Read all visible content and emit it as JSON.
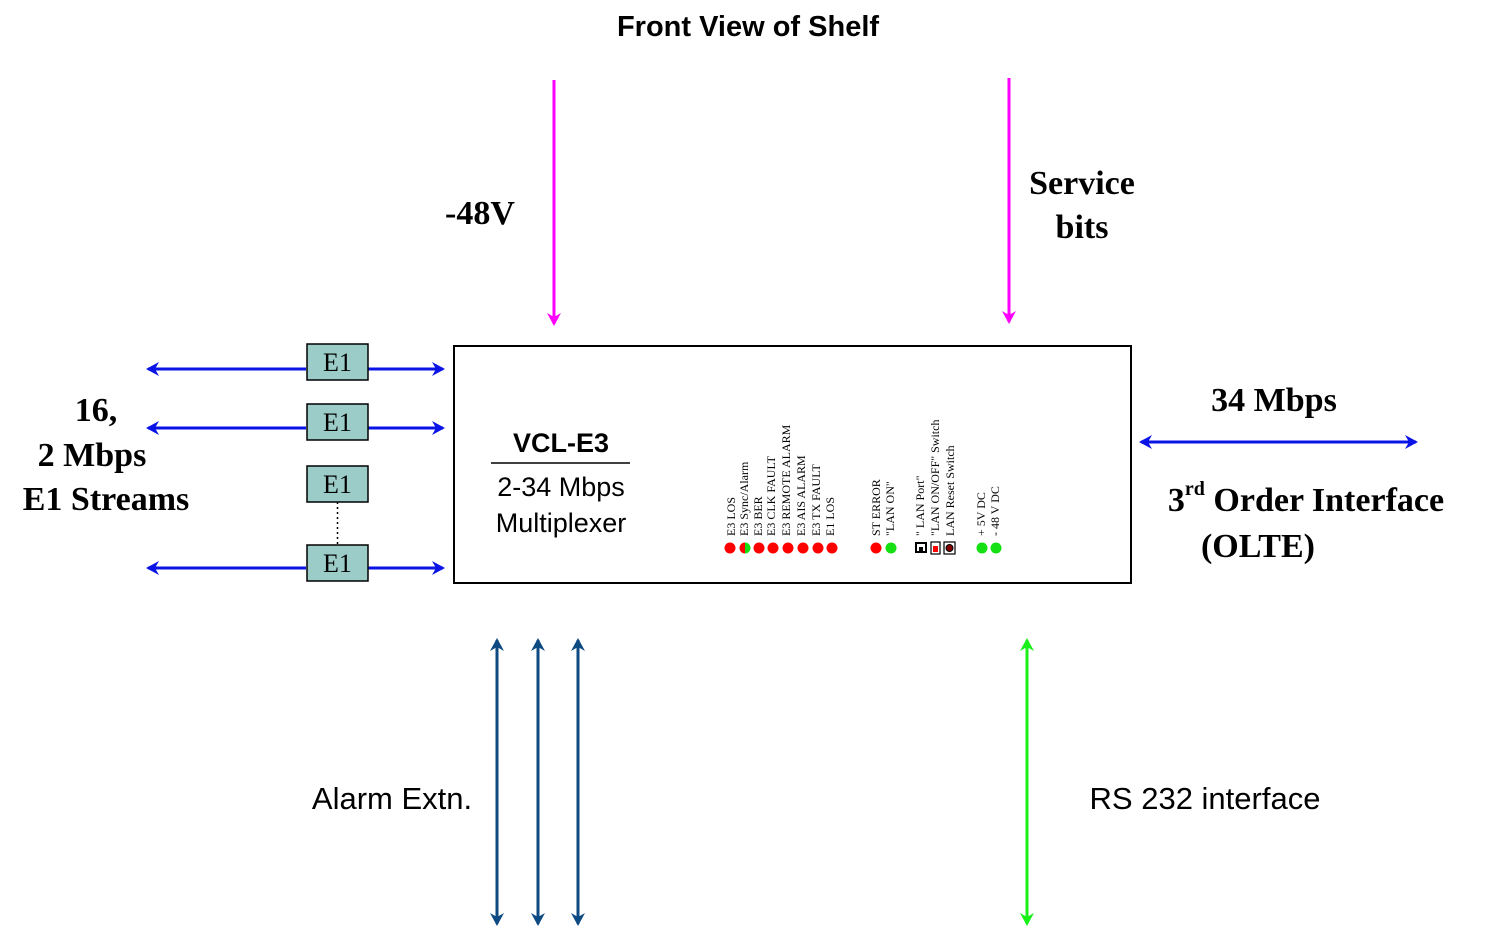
{
  "title": "Front View of Shelf",
  "inputs": {
    "power_label": "-48V",
    "service_label_line1": "Service",
    "service_label_line2": "bits"
  },
  "left": {
    "e1_box_label": "E1",
    "streams_line1": "16,",
    "streams_line2": "2 Mbps",
    "streams_line3": "E1 Streams"
  },
  "device": {
    "name": "VCL-E3",
    "subtitle_line1": "2-34 Mbps",
    "subtitle_line2": "Multiplexer",
    "led_labels_group1": [
      "E3 LOS",
      "E3 Sync/Alarm",
      "E3 BER",
      "E3 CLK FAULT",
      "E3 REMOTE ALARM",
      "E3 AIS ALARM",
      "E3 TX FAULT",
      "E1 LOS"
    ],
    "led_labels_group2": [
      "ST ERROR",
      "\"LAN ON\""
    ],
    "port_labels": [
      "\" LAN Port\"",
      "\"LAN ON/OFF\"  Switch",
      "LAN Reset Switch"
    ],
    "power_led_labels": [
      "+ 5V DC",
      "- 48 V DC"
    ]
  },
  "right": {
    "rate_label": "34 Mbps",
    "interface_number": "3",
    "interface_sup": "rd",
    "interface_rest": " Order Interface",
    "interface_line2": "(OLTE)"
  },
  "bottom": {
    "alarm_label": "Alarm Extn.",
    "rs232_label": "RS 232 interface"
  },
  "colors": {
    "magenta": "#ff00ff",
    "blue": "#0a14e6",
    "navy": "#0d4a82",
    "green": "#18f018",
    "e1_fill": "#9cccc8",
    "led_red": "#ff0000",
    "led_green": "#14e014"
  }
}
